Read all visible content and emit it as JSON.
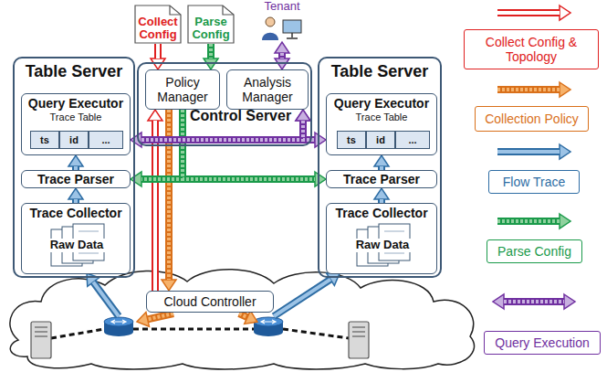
{
  "diagram": {
    "nodes": [
      {
        "text": [
          "Collect Config"
        ]
      },
      {
        "text": [
          "Parse Config"
        ]
      },
      {
        "text": [
          "Tenant"
        ]
      },
      {
        "text": [
          "Table Server"
        ]
      },
      {
        "text": [
          "Query Executor",
          "Trace Table"
        ],
        "in": 3
      },
      {
        "text": [
          "ts"
        ],
        "in": 4
      },
      {
        "text": [
          "id"
        ],
        "in": 4
      },
      {
        "text": [
          "..."
        ],
        "in": 4
      },
      {
        "text": [
          "Trace Parser"
        ],
        "in": 3
      },
      {
        "text": [
          "Trace Collector"
        ],
        "in": 3
      },
      {
        "text": [
          "Raw Data"
        ],
        "in": 9
      },
      {
        "text": [
          "Control Server"
        ]
      },
      {
        "text": [
          "Policy Manager"
        ],
        "in": 11
      },
      {
        "text": [
          "Analysis Manager"
        ],
        "in": 11
      },
      {
        "text": [
          "Table Server"
        ]
      },
      {
        "text": [
          "Query Executor",
          "Trace Table"
        ],
        "in": 14
      },
      {
        "text": [
          "ts"
        ],
        "in": 15
      },
      {
        "text": [
          "id"
        ],
        "in": 15
      },
      {
        "text": [
          "..."
        ],
        "in": 15
      },
      {
        "text": [
          "Trace Parser"
        ],
        "in": 14
      },
      {
        "text": [
          "Trace Collector"
        ],
        "in": 14
      },
      {
        "text": [
          "Raw Data"
        ],
        "in": 20
      },
      {
        "text": [
          "Cloud Controller"
        ]
      }
    ],
    "edges": [
      {
        "from": 0,
        "to": 12,
        "arrow": "to"
      },
      {
        "from": 1,
        "to": 12,
        "arrow": "to"
      },
      {
        "from": 2,
        "to": 13,
        "arrow": "both"
      },
      {
        "from": 22,
        "to": 12,
        "arrow": "to"
      },
      {
        "from": 12,
        "to": 22,
        "arrow": "to"
      },
      {
        "from": 12,
        "to": 8,
        "arrow": "to"
      },
      {
        "from": 12,
        "to": 19,
        "arrow": "to"
      },
      {
        "from": 13,
        "to": 4,
        "arrow": "both"
      },
      {
        "from": 13,
        "to": 15,
        "arrow": "both"
      },
      {
        "from": 9,
        "to": 8,
        "arrow": "to"
      },
      {
        "from": 8,
        "to": 4,
        "arrow": "to"
      },
      {
        "from": 20,
        "to": 19,
        "arrow": "to"
      },
      {
        "from": 19,
        "to": 15,
        "arrow": "to"
      }
    ],
    "legend": [
      {
        "text": "Collect Config & Topology"
      },
      {
        "text": "Collection Policy"
      },
      {
        "text": "Flow Trace"
      },
      {
        "text": "Parse Config"
      },
      {
        "text": "Query Execution"
      }
    ]
  }
}
